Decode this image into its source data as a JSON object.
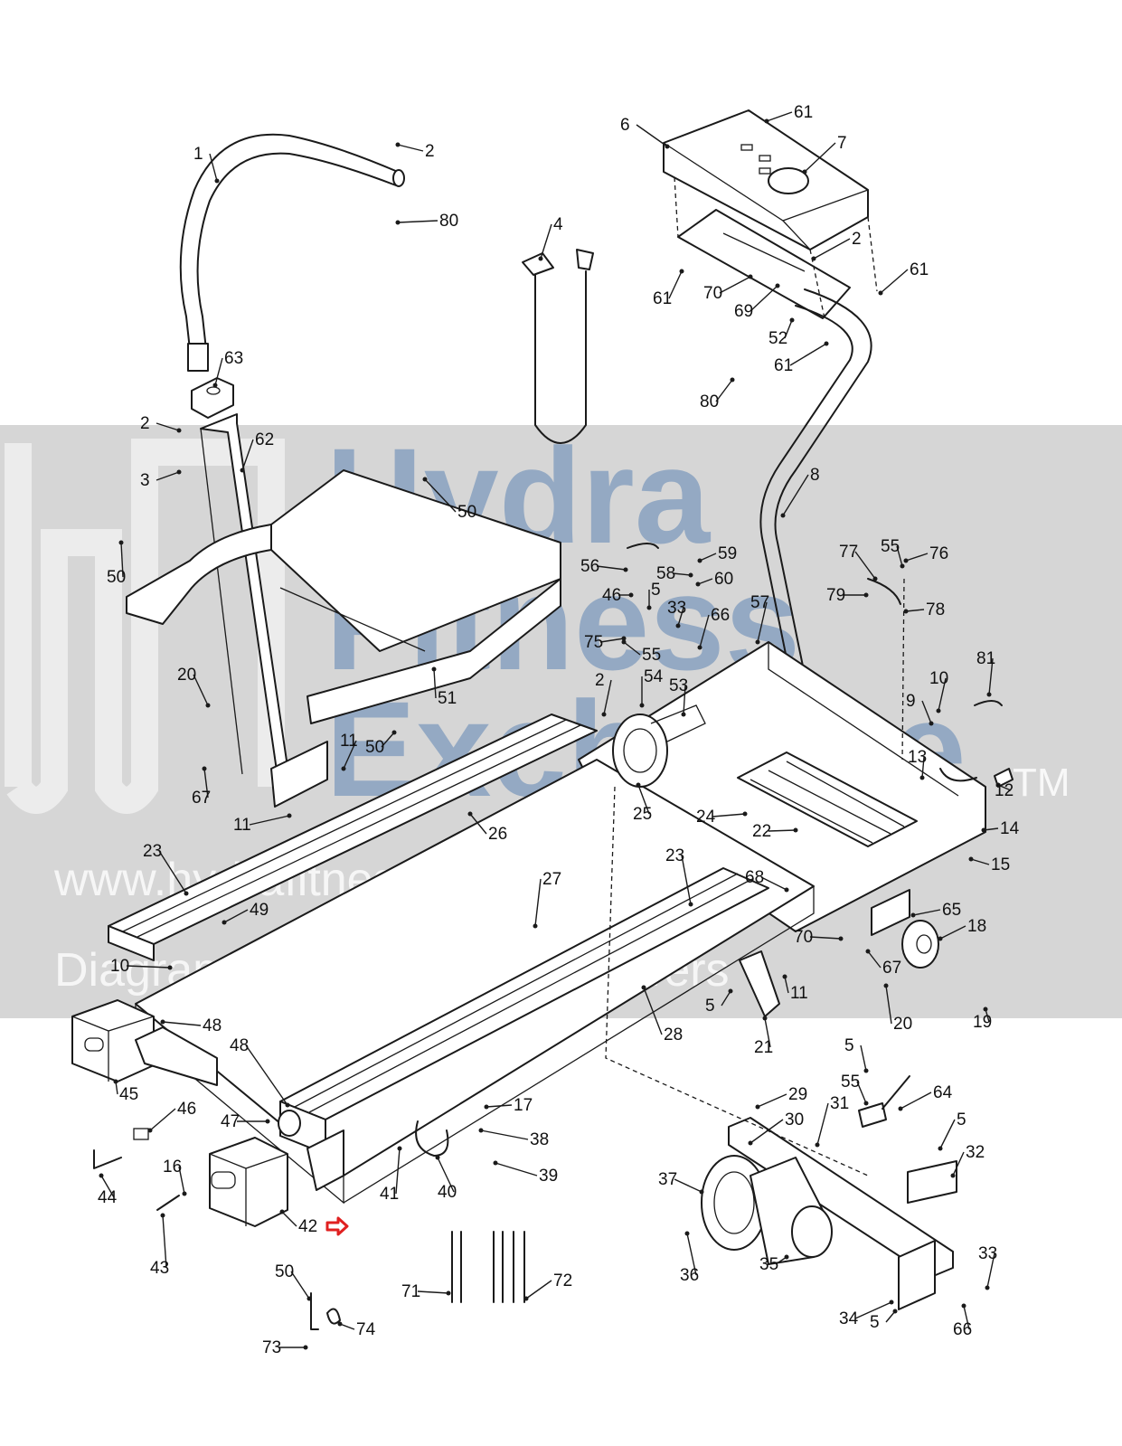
{
  "watermark": {
    "line1": "Hydra",
    "line2": "Fitness",
    "line3": "Exchange",
    "trademark": "TM",
    "url": "www.hydrafitnessexchange.com",
    "tagline": "Diagrams | Parts Lists | Answers"
  },
  "highlight_color": "#e02020",
  "highlighted_part": "42",
  "callouts": [
    "1",
    "2",
    "3",
    "4",
    "5",
    "6",
    "7",
    "8",
    "9",
    "10",
    "11",
    "12",
    "13",
    "14",
    "15",
    "16",
    "17",
    "18",
    "19",
    "20",
    "21",
    "22",
    "23",
    "24",
    "25",
    "26",
    "27",
    "28",
    "29",
    "30",
    "31",
    "32",
    "33",
    "34",
    "35",
    "36",
    "37",
    "38",
    "39",
    "40",
    "41",
    "42",
    "43",
    "44",
    "45",
    "46",
    "47",
    "48",
    "49",
    "50",
    "51",
    "52",
    "53",
    "54",
    "55",
    "56",
    "57",
    "58",
    "59",
    "60",
    "61",
    "62",
    "63",
    "64",
    "65",
    "66",
    "67",
    "68",
    "69",
    "70",
    "71",
    "72",
    "73",
    "74",
    "75",
    "76",
    "77",
    "78",
    "79",
    "80",
    "81"
  ]
}
